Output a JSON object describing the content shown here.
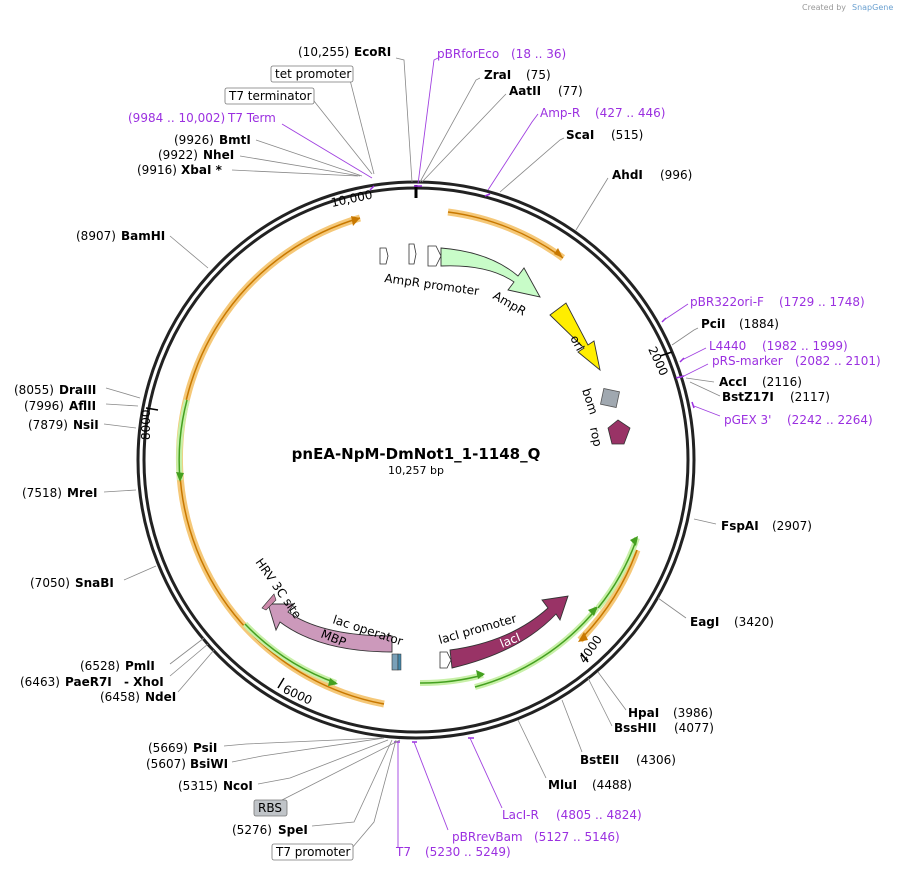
{
  "watermark": {
    "prefix": "Created by",
    "brand": "SnapGene"
  },
  "plasmid": {
    "name": "pnEA-NpM-DmNot1_1-1148_Q",
    "size_label": "10,257 bp"
  },
  "ruler": [
    "10,000",
    "2000",
    "4000",
    "6000",
    "8000"
  ],
  "sites": {
    "ecori": {
      "pos": "(10,255)",
      "name": "EcoRI"
    },
    "zrai": {
      "pos": "(75)",
      "name": "ZraI"
    },
    "aatii": {
      "pos": "(77)",
      "name": "AatII"
    },
    "scai": {
      "pos": "(515)",
      "name": "ScaI"
    },
    "ahdi": {
      "pos": "(996)",
      "name": "AhdI"
    },
    "pcii": {
      "pos": "(1884)",
      "name": "PciI"
    },
    "acci": {
      "pos": "(2116)",
      "name": "AccI"
    },
    "bstz17i": {
      "pos": "(2117)",
      "name": "BstZ17I"
    },
    "fspai": {
      "pos": "(2907)",
      "name": "FspAI"
    },
    "eagi": {
      "pos": "(3420)",
      "name": "EagI"
    },
    "hpai": {
      "pos": "(3986)",
      "name": "HpaI"
    },
    "bsshii": {
      "pos": "(4077)",
      "name": "BssHII"
    },
    "bsteii": {
      "pos": "(4306)",
      "name": "BstEII"
    },
    "mlui": {
      "pos": "(4488)",
      "name": "MluI"
    },
    "spei": {
      "pos": "(5276)",
      "name": "SpeI"
    },
    "ncoi": {
      "pos": "(5315)",
      "name": "NcoI"
    },
    "bsiwi": {
      "pos": "(5607)",
      "name": "BsiWI"
    },
    "psii": {
      "pos": "(5669)",
      "name": "PsiI"
    },
    "ndei": {
      "pos": "(6458)",
      "name": "NdeI"
    },
    "paer7i": {
      "pos": "(6463)",
      "name": "PaeR7I"
    },
    "xhoi": {
      "pos": "",
      "name": "- XhoI"
    },
    "pmli": {
      "pos": "(6528)",
      "name": "PmlI"
    },
    "snabi": {
      "pos": "(7050)",
      "name": "SnaBI"
    },
    "mrei": {
      "pos": "(7518)",
      "name": "MreI"
    },
    "nsii": {
      "pos": "(7879)",
      "name": "NsiI"
    },
    "aflii": {
      "pos": "(7996)",
      "name": "AflII"
    },
    "draiii": {
      "pos": "(8055)",
      "name": "DraIII"
    },
    "bamhi": {
      "pos": "(8907)",
      "name": "BamHI"
    },
    "xbai": {
      "pos": "(9916)",
      "name": "XbaI *"
    },
    "nhei": {
      "pos": "(9922)",
      "name": "NheI"
    },
    "bmti": {
      "pos": "(9926)",
      "name": "BmtI"
    }
  },
  "primers": {
    "pbrforeco": {
      "name": "pBRforEco",
      "range": "(18 .. 36)"
    },
    "ampr": {
      "name": "Amp-R",
      "range": "(427 .. 446)"
    },
    "pbr322ori": {
      "name": "pBR322ori-F",
      "range": "(1729 .. 1748)"
    },
    "l4440": {
      "name": "L4440",
      "range": "(1982 .. 1999)"
    },
    "prsmarker": {
      "name": "pRS-marker",
      "range": "(2082 .. 2101)"
    },
    "pgex3": {
      "name": "pGEX 3'",
      "range": "(2242 .. 2264)"
    },
    "laci_r": {
      "name": "LacI-R",
      "range": "(4805 .. 4824)"
    },
    "pbrrevbam": {
      "name": "pBRrevBam",
      "range": "(5127 .. 5146)"
    },
    "t7": {
      "name": "T7",
      "range": "(5230 .. 5249)"
    },
    "t7term": {
      "name": "T7 Term",
      "range": "(9984 .. 10,002)"
    }
  },
  "boxed": {
    "tet_promoter": "tet promoter",
    "t7_terminator": "T7 terminator",
    "rbs": "RBS",
    "t7_promoter": "T7 promoter"
  },
  "features": {
    "ampr_promoter": "AmpR promoter",
    "ampr": "AmpR",
    "ori": "ori",
    "bom": "bom",
    "rop": "rop",
    "laci_promoter": "lacI promoter",
    "laci": "lacI",
    "lac_operator": "lac operator",
    "mbp": "MBP",
    "hrv": "HRV 3C site"
  },
  "colors": {
    "backbone": "#222222",
    "ampr": "#c8fcc8",
    "ori": "#ffee00",
    "laci": "#993366",
    "mbp": "#cc99bb",
    "bom": "#a0a8b0",
    "orf_outer": "#f5c878",
    "orf_inner_orange": "#c87800",
    "orf_inner_green": "#44a020",
    "primer": "#9b30e0"
  }
}
